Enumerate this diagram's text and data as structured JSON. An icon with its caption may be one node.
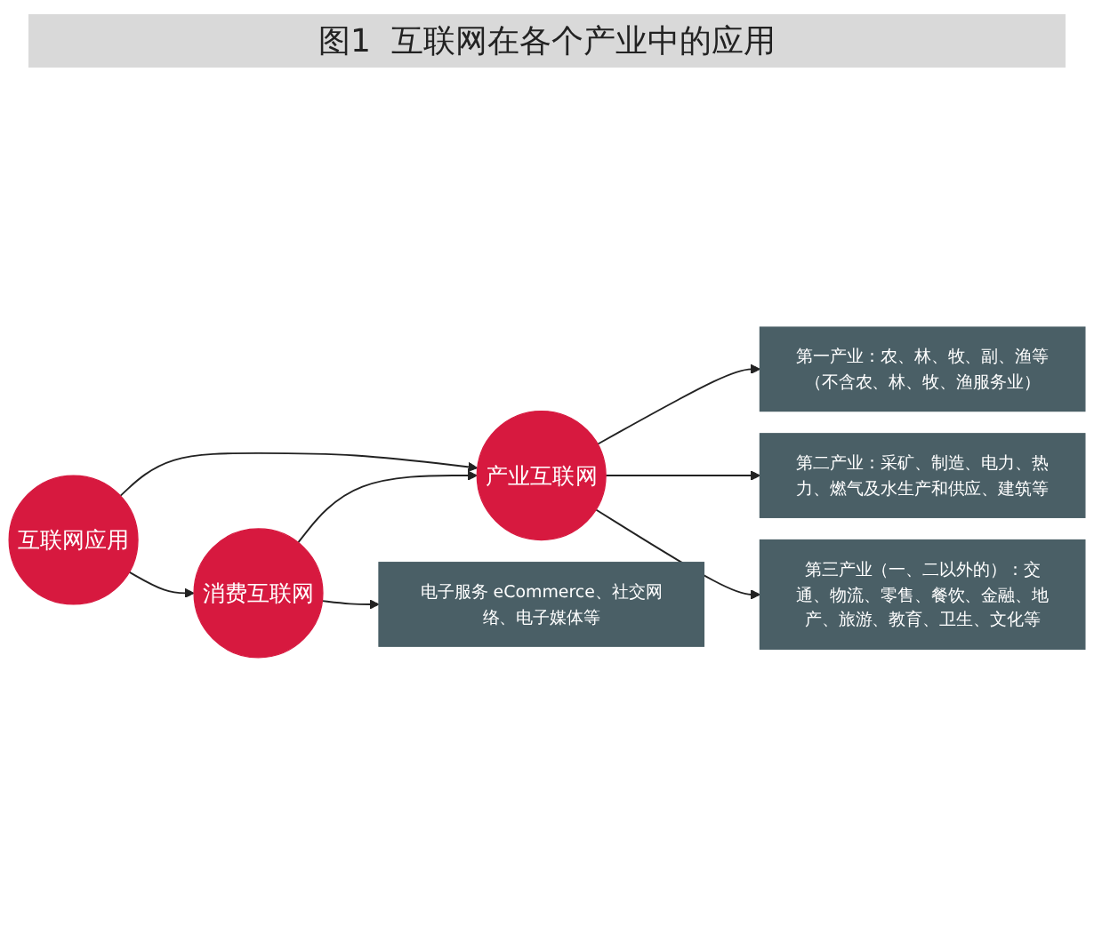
{
  "diagram": {
    "title": "图1  互联网在各个产业中的应用",
    "nodes": [
      {
        "text": [
          "互联网应用"
        ]
      },
      {
        "text": [
          "消费互联网"
        ]
      },
      {
        "text": [
          "产业互联网"
        ]
      },
      {
        "text": [
          "电子服务 eCommerce、社交网络、电子媒体等"
        ]
      },
      {
        "text": [
          "第一产业：农、林、牧、副、渔等（不含农、林、牧、渔服务业）"
        ]
      },
      {
        "text": [
          "第二产业：采矿、制造、电力、热力、燃气及水生产和供应、建筑等"
        ]
      },
      {
        "text": [
          "第三产业（一、二以外的）：交通、物流、零售、餐饮、金融、地产、旅游、教育、卫生、文化等"
        ]
      }
    ],
    "edges": [
      {
        "from": 0,
        "to": 1,
        "arrow": "to"
      },
      {
        "from": 0,
        "to": 2,
        "arrow": "to"
      },
      {
        "from": 1,
        "to": 3,
        "arrow": "to"
      },
      {
        "from": 1,
        "to": 2,
        "arrow": "to"
      },
      {
        "from": 2,
        "to": 4,
        "arrow": "to"
      },
      {
        "from": 2,
        "to": 5,
        "arrow": "to"
      },
      {
        "from": 2,
        "to": 6,
        "arrow": "to"
      }
    ]
  }
}
